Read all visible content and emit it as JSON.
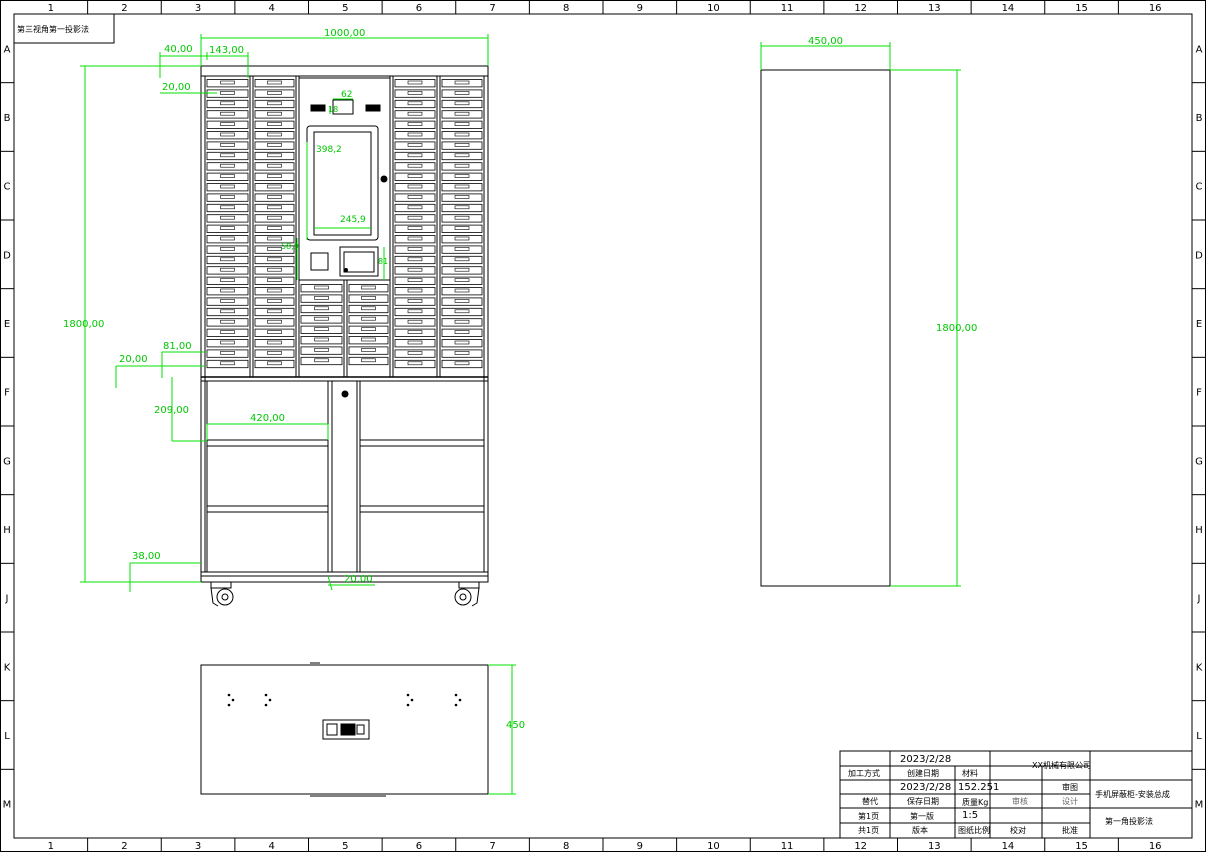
{
  "corner_label": "第三视角第一投影法",
  "grid": {
    "columns": [
      "1",
      "2",
      "3",
      "4",
      "5",
      "6",
      "7",
      "8",
      "9",
      "10",
      "11",
      "12",
      "13",
      "14",
      "15",
      "16"
    ],
    "rows": [
      "A",
      "B",
      "C",
      "D",
      "E",
      "F",
      "G",
      "H",
      "J",
      "K",
      "L",
      "M"
    ]
  },
  "dimensions": {
    "front": {
      "width_total": "1000,00",
      "side_offset": "40,00",
      "column_width": "143,00",
      "top_gap": "20,00",
      "height_total": "1800,00",
      "screen_frame_width": "62",
      "indicator_small": "18",
      "screen_height": "398,2",
      "screen_width": "245,9",
      "reader_height": "58,9",
      "printer_height": "81",
      "bottom_gap": "20,00",
      "door_offset": "81,00",
      "door_height": "209,00",
      "door_width": "420,00",
      "base_height": "38,00",
      "center_post": "20,00"
    },
    "side": {
      "depth": "450,00",
      "height": "1800,00"
    },
    "top": {
      "depth": "450"
    }
  },
  "title_block": {
    "date_1": "2023/2/28",
    "date_2": "2023/2/28",
    "company": "XX机械有限公司",
    "process_label": "加工方式",
    "create_date_label": "创建日期",
    "material_label": "材料",
    "weight": "152.251",
    "review_label": "审图",
    "replace_label": "替代",
    "save_date_label": "保存日期",
    "weight_label": "质量Kg",
    "audit_label": "审核",
    "design_label": "设计",
    "drawing_title": "手机屏蔽柜-安装总成",
    "page_label": "第1页",
    "edition_label": "第一版",
    "scale": "1:5",
    "projection": "第一角投影法",
    "total_pages_label": "共1页",
    "version_label": "版本",
    "scale_label": "图纸比例",
    "check_label": "校对",
    "approve_label": "批准"
  },
  "colors": {
    "line": "#000000",
    "dimension": "#00e000",
    "paper": "#ffffff"
  }
}
